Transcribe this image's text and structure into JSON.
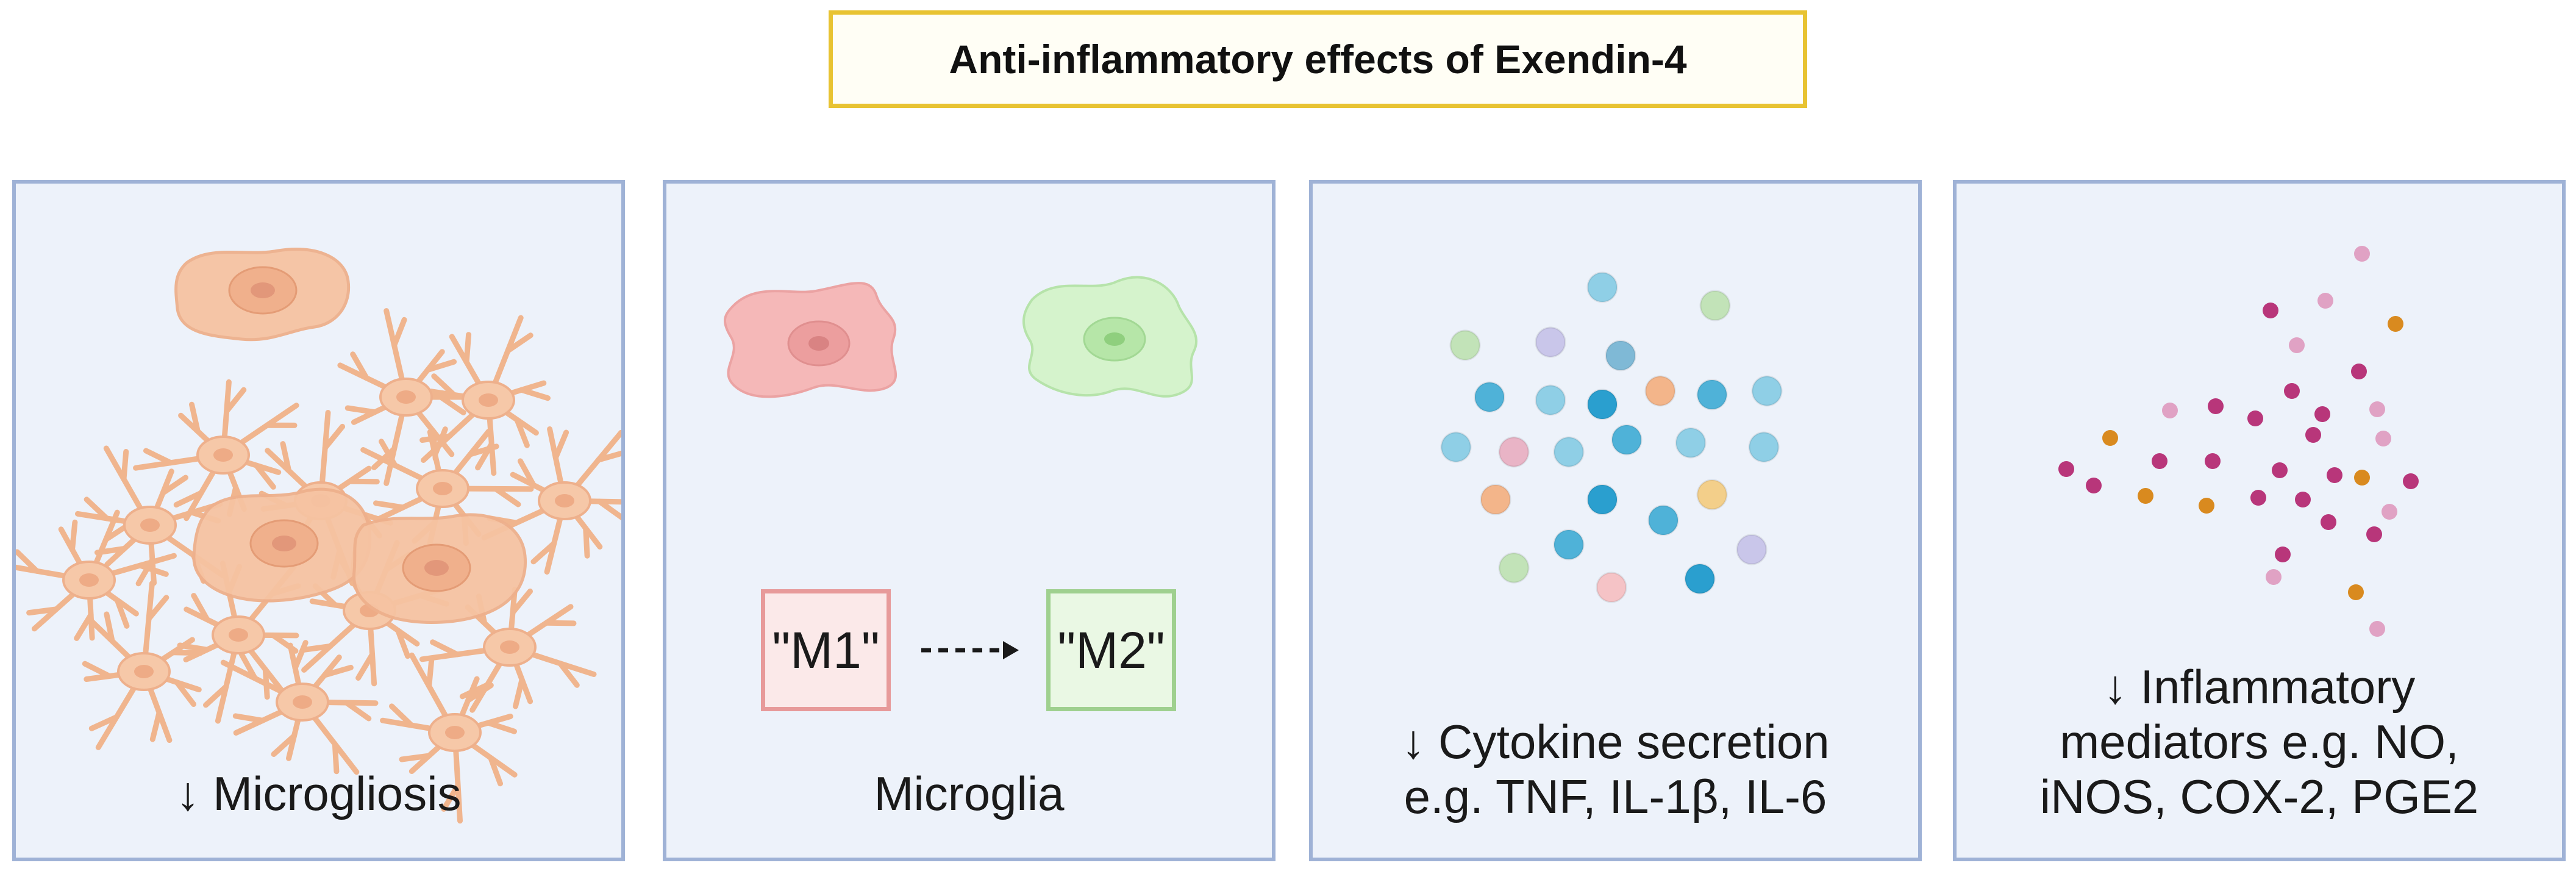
{
  "title": "Anti-inflammatory effects of Exendin-4",
  "colors": {
    "title_border": "#e8c332",
    "panel_border": "#9fb2d6",
    "panel_bg": "#edf2fa",
    "cell_orange": "#f6c8a8",
    "m1_red": "#f4b4b4",
    "m2_green": "#cdf0c4"
  },
  "panels": [
    {
      "caption": "↓ Microgliosis"
    },
    {
      "caption": "Microglia",
      "state_from": "\"M1\"",
      "state_to": "\"M2\""
    },
    {
      "caption_lines": [
        "↓ Cytokine secretion",
        "e.g. TNF, IL-1β, IL-6"
      ]
    },
    {
      "caption_lines": [
        "↓ Inflammatory",
        "mediators e.g. NO,",
        "iNOS, COX-2, PGE2"
      ]
    }
  ]
}
